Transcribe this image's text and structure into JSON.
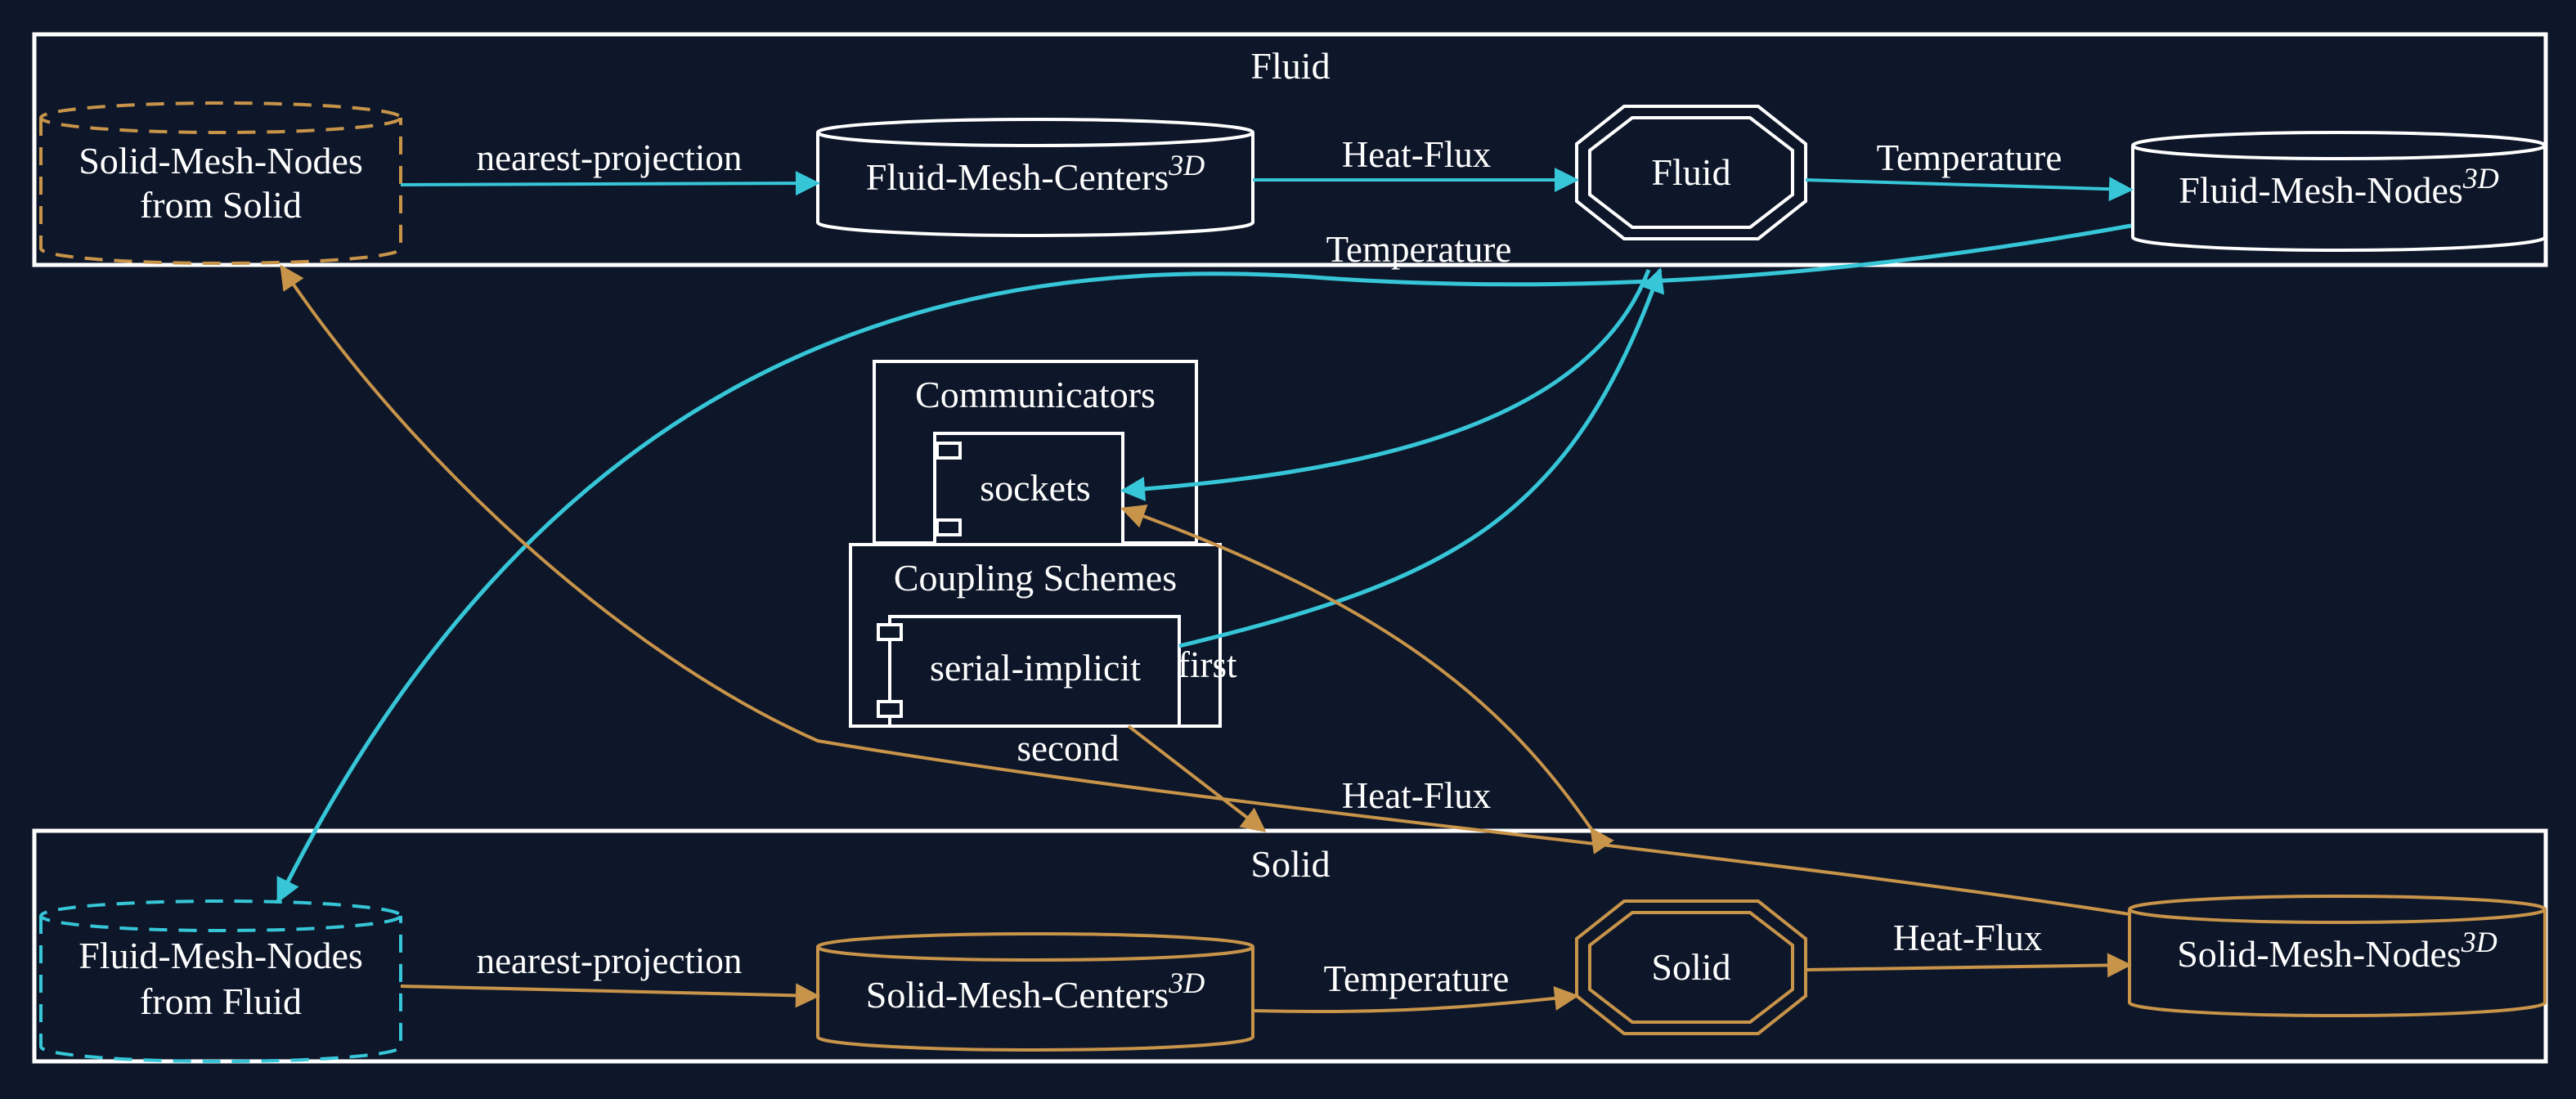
{
  "colors": {
    "background": "#0e1729",
    "white": "#ffffff",
    "fluid": "#36c6d8",
    "solid": "#c8944a"
  },
  "clusters": {
    "fluid": "Fluid",
    "solid": "Solid",
    "communicators": "Communicators",
    "coupling_schemes": "Coupling Schemes"
  },
  "nodes": {
    "solid_mesh_nodes_from_solid": [
      "Solid-Mesh-Nodes",
      "from Solid"
    ],
    "fluid_mesh_centers": {
      "name": "Fluid-Mesh-Centers",
      "sup": "3D"
    },
    "fluid_participant": "Fluid",
    "fluid_mesh_nodes": {
      "name": "Fluid-Mesh-Nodes",
      "sup": "3D"
    },
    "sockets": "sockets",
    "serial_implicit": "serial-implicit",
    "fluid_mesh_nodes_from_fluid": [
      "Fluid-Mesh-Nodes",
      "from Fluid"
    ],
    "solid_mesh_centers": {
      "name": "Solid-Mesh-Centers",
      "sup": "3D"
    },
    "solid_participant": "Solid",
    "solid_mesh_nodes": {
      "name": "Solid-Mesh-Nodes",
      "sup": "3D"
    }
  },
  "edge_labels": {
    "fluid_nearest_projection": "nearest-projection",
    "fluid_heat_flux": "Heat-Flux",
    "fluid_temperature": "Temperature",
    "cross_temperature": "Temperature",
    "first": "first",
    "second": "second",
    "cross_heat_flux": "Heat-Flux",
    "solid_nearest_projection": "nearest-projection",
    "solid_temperature": "Temperature",
    "solid_heat_flux": "Heat-Flux"
  }
}
